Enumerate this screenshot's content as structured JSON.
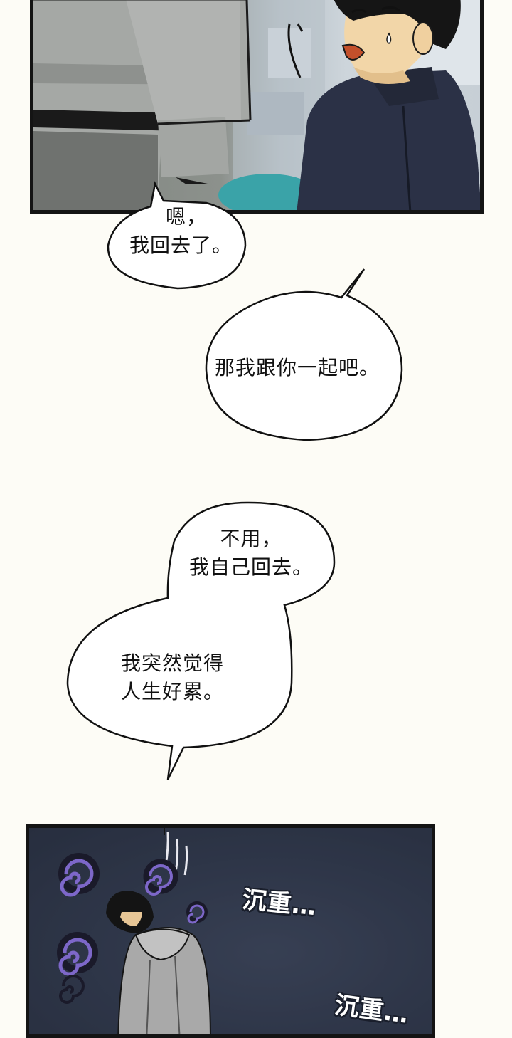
{
  "bubbles": {
    "b1": {
      "line1": "嗯，",
      "line2": "我回去了。"
    },
    "b2": {
      "line1": "那我跟你一起吧。"
    },
    "b3": {
      "line1": "不用，",
      "line2": "我自己回去。"
    },
    "b4": {
      "line1": "我突然觉得",
      "line2": "人生好累。"
    }
  },
  "sfx": {
    "s1": "沉重…",
    "s2": "沉重…"
  },
  "colors": {
    "page_bg": "#fdfcf6",
    "jacket": "#2b3146",
    "hoodie": "#a9a9a9",
    "skin": "#f2d6a8",
    "swirl": "#7d67c9",
    "night_bg": "#2f374a"
  },
  "icons": [
    "swirl-icon",
    "stress-lines-icon"
  ]
}
